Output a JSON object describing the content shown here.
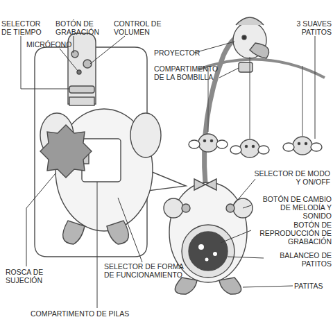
{
  "diagram": {
    "labels": [
      "SELECTOR DE TIEMPO",
      "BOTÓN DE GRABACIÓN",
      "CONTROL DE VOLUMEN",
      "MICRÓFONO",
      "3 SUAVES PATITOS",
      "PROYECTOR",
      "COMPARTIMENTO DE LA BOMBILLA",
      "SELECTOR DE MODO Y ON/OFF",
      "BOTÓN DE CAMBIO DE MELODÍA Y SONIDO",
      "BOTÓN DE REPRODUCCIÓN DE GRABACIÓN",
      "BALANCEO DE PATITOS",
      "ROSCA DE SUJECIÓN",
      "SELECTOR DE FORMA DE FUNCIONAMIENTO",
      "PATITAS",
      "COMPARTIMENTO DE PILAS"
    ]
  }
}
